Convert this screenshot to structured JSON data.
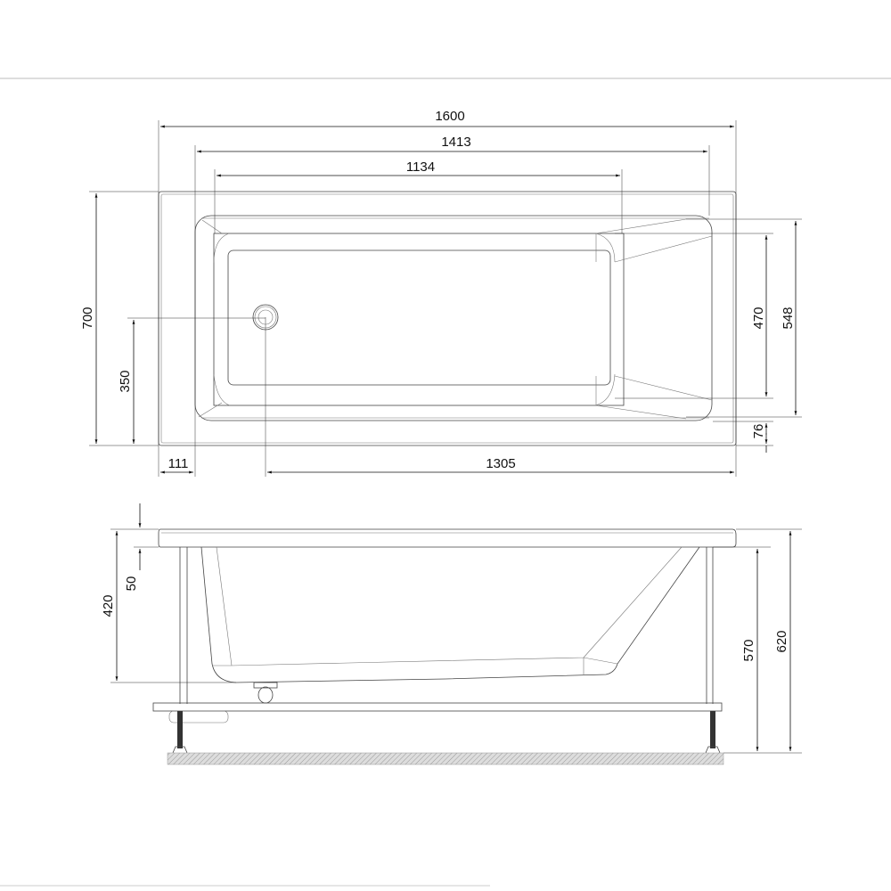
{
  "top_view": {
    "dimensions": {
      "overall_length": "1600",
      "rim_inner_length": "1413",
      "basin_length": "1134",
      "overall_width": "700",
      "drain_offset_width": "350",
      "basin_width": "470",
      "rim_inner_width": "548",
      "rim_edge": "76",
      "rim_side": "111",
      "drain_to_end": "1305"
    }
  },
  "side_view": {
    "dimensions": {
      "rim_thickness": "50",
      "basin_depth": "420",
      "rim_underside_height": "570",
      "overall_height": "620"
    }
  },
  "colors": {
    "line": "#444444",
    "floor_hatch": "#999999"
  }
}
